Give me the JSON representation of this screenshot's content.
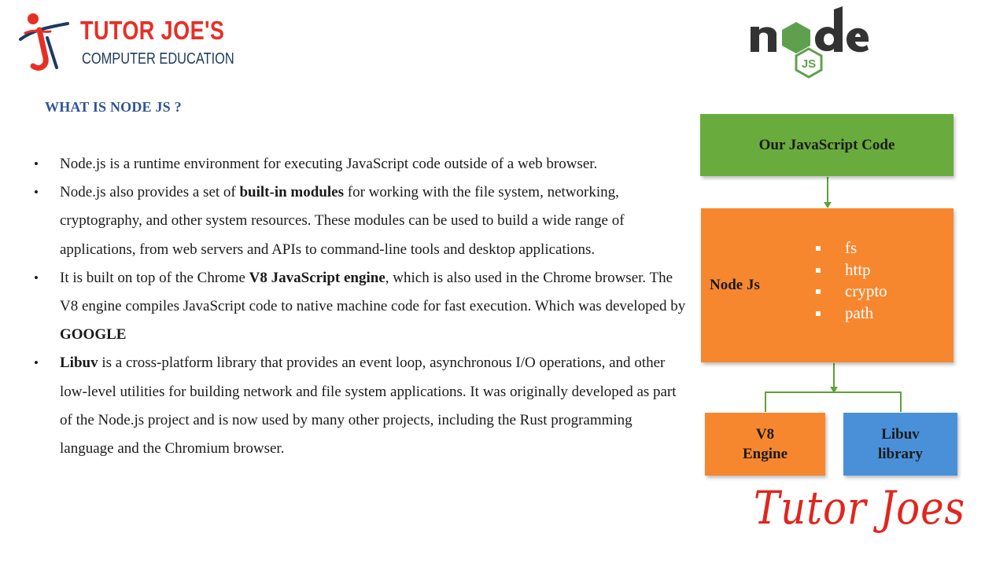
{
  "brand": {
    "title": "TUTOR JOE'S",
    "subtitle": "COMPUTER EDUCATION",
    "colors": {
      "red": "#e53026",
      "navy": "#1e3a5f"
    }
  },
  "heading": "WHAT IS NODE JS ?",
  "bullets": [
    {
      "parts": [
        {
          "t": "Node.js is a runtime environment for executing JavaScript code outside of a web browser."
        }
      ]
    },
    {
      "parts": [
        {
          "t": "Node.js also provides a set of "
        },
        {
          "t": "built-in modules",
          "b": true
        },
        {
          "t": " for working with the file system, networking, cryptography, and other system resources. These modules can be used to build a wide range of applications, from web servers and APIs to command-line tools and desktop applications."
        }
      ]
    },
    {
      "parts": [
        {
          "t": "It is built on top of the Chrome "
        },
        {
          "t": "V8 JavaScript engine",
          "b": true
        },
        {
          "t": ", which is also used in the Chrome browser. The V8 engine compiles JavaScript code to native machine code for fast execution. Which was developed by "
        },
        {
          "t": "GOOGLE",
          "b": true
        }
      ]
    },
    {
      "parts": [
        {
          "t": "Libuv",
          "b": true
        },
        {
          "t": " is a cross-platform library that provides an event loop, asynchronous I/O operations, and other low-level utilities for building network and file system applications. It was originally developed as part of the Node.js project and is now used by many other projects, including the Rust programming language and the Chromium browser."
        }
      ]
    }
  ],
  "diagram": {
    "top_box": "Our JavaScript Code",
    "middle_box": "Node Js",
    "modules": [
      "fs",
      "http",
      "crypto",
      "path"
    ],
    "left_box": "V8\nEngine",
    "right_box": "Libuv\nlibrary",
    "colors": {
      "green": "#6aab3e",
      "orange": "#f7872f",
      "blue": "#4a90d9",
      "line": "#5da13a"
    }
  },
  "signature": "Tutor Joes",
  "node_logo": {
    "icon": "nodejs-logo-icon",
    "text": "node",
    "badge": "JS"
  }
}
